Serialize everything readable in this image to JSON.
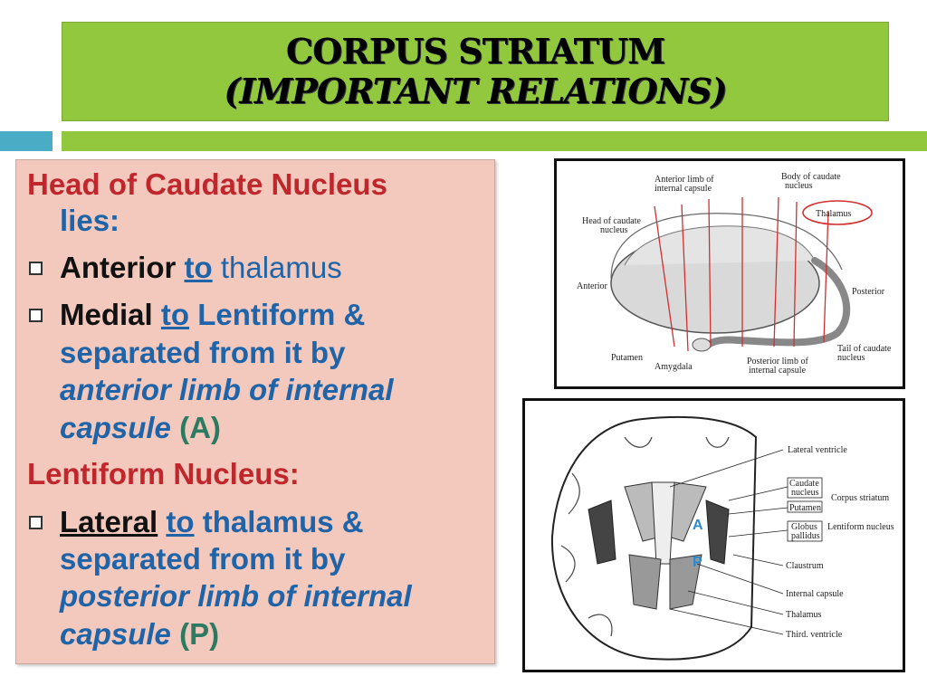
{
  "title": {
    "line1": "Corpus Striatum",
    "line2": "(Important Relations)"
  },
  "text": {
    "head_heading": "Head of Caudate Nucleus",
    "head_lies": "lies:",
    "b1_word": "Anterior",
    "b1_to": "to",
    "b1_rest": "thalamus",
    "b2_word": "Medial",
    "b2_to": "to",
    "b2_rest": "Lentiform &",
    "b2_line2": "separated from it by",
    "b2_line3": "anterior limb of internal",
    "b2_line4_it": "capsule",
    "b2_line4_paren": "(A)",
    "lent_heading": "Lentiform Nucleus:",
    "b3_word": "Lateral",
    "b3_to": "to",
    "b3_rest": "thalamus &",
    "b3_line2": "separated from it by",
    "b3_line3": "posterior limb of internal",
    "b3_line4_it": "capsule",
    "b3_line4_paren": "(P)"
  },
  "figure1": {
    "labels": {
      "anterior_limb": [
        "Anterior limb of",
        "internal capsule"
      ],
      "body_caudate": [
        "Body of caudate",
        "nucleus"
      ],
      "head_caudate": [
        "Head of caudate",
        "nucleus"
      ],
      "thalamus": "Thalamus",
      "anterior": "Anterior",
      "posterior": "Posterior",
      "putamen": "Putamen",
      "amygdala": "Amygdala",
      "posterior_limb": [
        "Posterior limb of",
        "internal capsule"
      ],
      "tail_caudate": [
        "Tail of caudate",
        "nucleus"
      ]
    }
  },
  "figure2": {
    "labels": {
      "lateral_ventricle": "Lateral ventricle",
      "caudate": [
        "Caudate",
        "nucleus"
      ],
      "putamen": "Putamen",
      "globus": [
        "Globus",
        "pallidus"
      ],
      "corpus_striatum": "Corpus striatum",
      "lentiform": "Lentiform nucleus",
      "claustrum": "Claustrum",
      "internal_capsule": "Internal capsule",
      "thalamus": "Thalamus",
      "third_ventricle": "Third. ventricle",
      "a": "A",
      "p": "P"
    }
  },
  "colors": {
    "title_green": "#92c83e",
    "accent_teal": "#4aacc5",
    "panel_pink": "#f2c9bc",
    "heading_red": "#c0272d",
    "text_blue": "#1f64a8",
    "paren_green": "#2c7a62",
    "marker_red": "#d03030"
  }
}
